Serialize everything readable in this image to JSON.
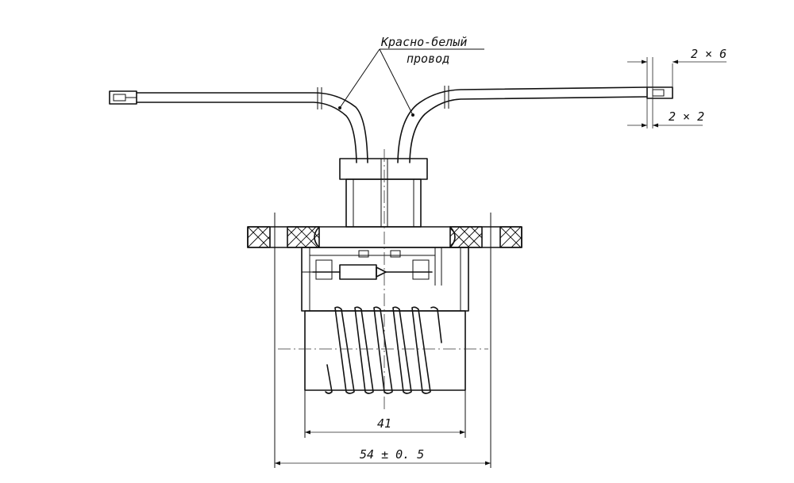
{
  "annotations": {
    "wire_label_line1": "Красно-белый",
    "wire_label_line2": "провод"
  },
  "dimensions": {
    "terminal_width": "2 × 6",
    "terminal_gap": "2 × 2",
    "body_width": "41",
    "flange_width": "54 ± 0. 5"
  }
}
